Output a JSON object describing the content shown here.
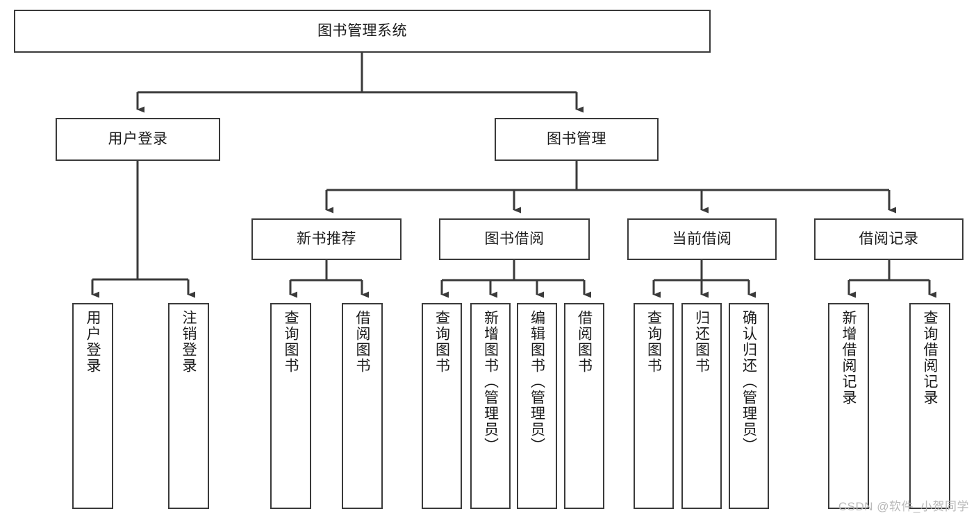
{
  "diagram": {
    "title": "图书管理系统",
    "type": "tree-hierarchy-chart",
    "watermark": "CSDN @软件_小贺同学",
    "line_color": "#3a3a3a",
    "box_fill": "#ffffff",
    "text_color": "#1a1a1a"
  },
  "nodes": {
    "root": {
      "label": "图书管理系统"
    },
    "level2": [
      {
        "label": "用户登录"
      },
      {
        "label": "图书管理"
      }
    ],
    "level3": [
      {
        "label": "新书推荐"
      },
      {
        "label": "图书借阅"
      },
      {
        "label": "当前借阅"
      },
      {
        "label": "借阅记录"
      }
    ],
    "leaves": {
      "user_login": [
        {
          "label": "用户登录"
        },
        {
          "label": "注销登录"
        }
      ],
      "new_book": [
        {
          "label": "查询图书"
        },
        {
          "label": "借阅图书"
        }
      ],
      "book_borrow": [
        {
          "label": "查询图书"
        },
        {
          "label": "新增图书（管理员）"
        },
        {
          "label": "编辑图书（管理员）"
        },
        {
          "label": "借阅图书"
        }
      ],
      "current_borrow": [
        {
          "label": "查询图书"
        },
        {
          "label": "归还图书"
        },
        {
          "label": "确认归还（管理员）"
        }
      ],
      "borrow_record": [
        {
          "label": "新增借阅记录"
        },
        {
          "label": "查询借阅记录"
        }
      ]
    }
  }
}
